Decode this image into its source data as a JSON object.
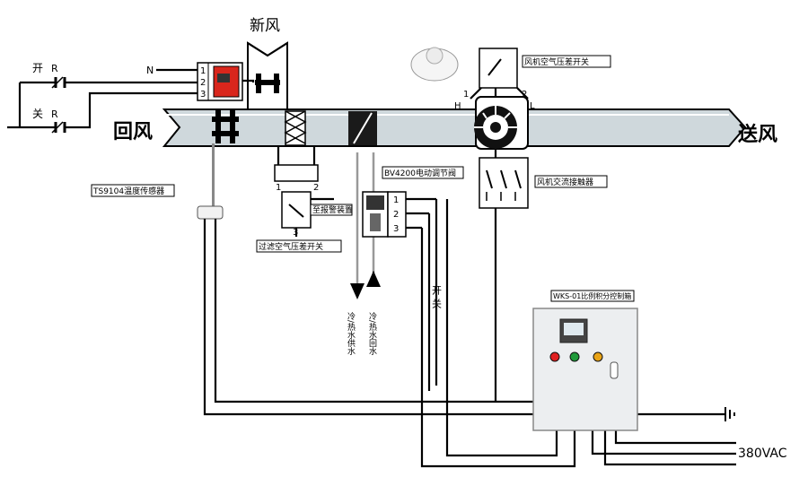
{
  "labels": {
    "fresh_air": "新风",
    "return_air": "回风",
    "supply_air": "送风",
    "open": "开",
    "close": "关",
    "r1": "R",
    "r2": "R",
    "n": "N",
    "act_terms": [
      "1",
      "2",
      "3"
    ],
    "temp_sensor": "TS9104温度传感器",
    "filter_switch": "过滤空气压差开关",
    "alarm_device": "至报警装置",
    "filter_terms": [
      "1",
      "2",
      "3"
    ],
    "valve": "BV4200电动调节阀",
    "valve_terms": [
      "1",
      "2",
      "3"
    ],
    "supply_water": "冷/热水供水",
    "return_water": "冷/热水回水",
    "switch_vertical": "开关",
    "fan_pressure_switch": "风机空气压差开关",
    "fan_terms": {
      "one": "1",
      "two": "2",
      "h": "H",
      "l": "L"
    },
    "contactor": "风机交流接触器",
    "control_box": "WKS-01比例积分控制箱",
    "power": "380VAC"
  },
  "colors": {
    "duct_fill": "#cfd8dc",
    "line": "#000000",
    "cabinet": "#eceef0",
    "actuator_red": "#d9261c",
    "lamp_red": "#e02020",
    "lamp_green": "#1f9a3a",
    "lamp_yellow": "#e8a317"
  },
  "icons": [
    "fresh-air-damper-icon",
    "filter-icon",
    "valve-actuator-icon",
    "fan-icon",
    "pressure-switch-icon",
    "temperature-sensor-icon",
    "ground-icon"
  ]
}
